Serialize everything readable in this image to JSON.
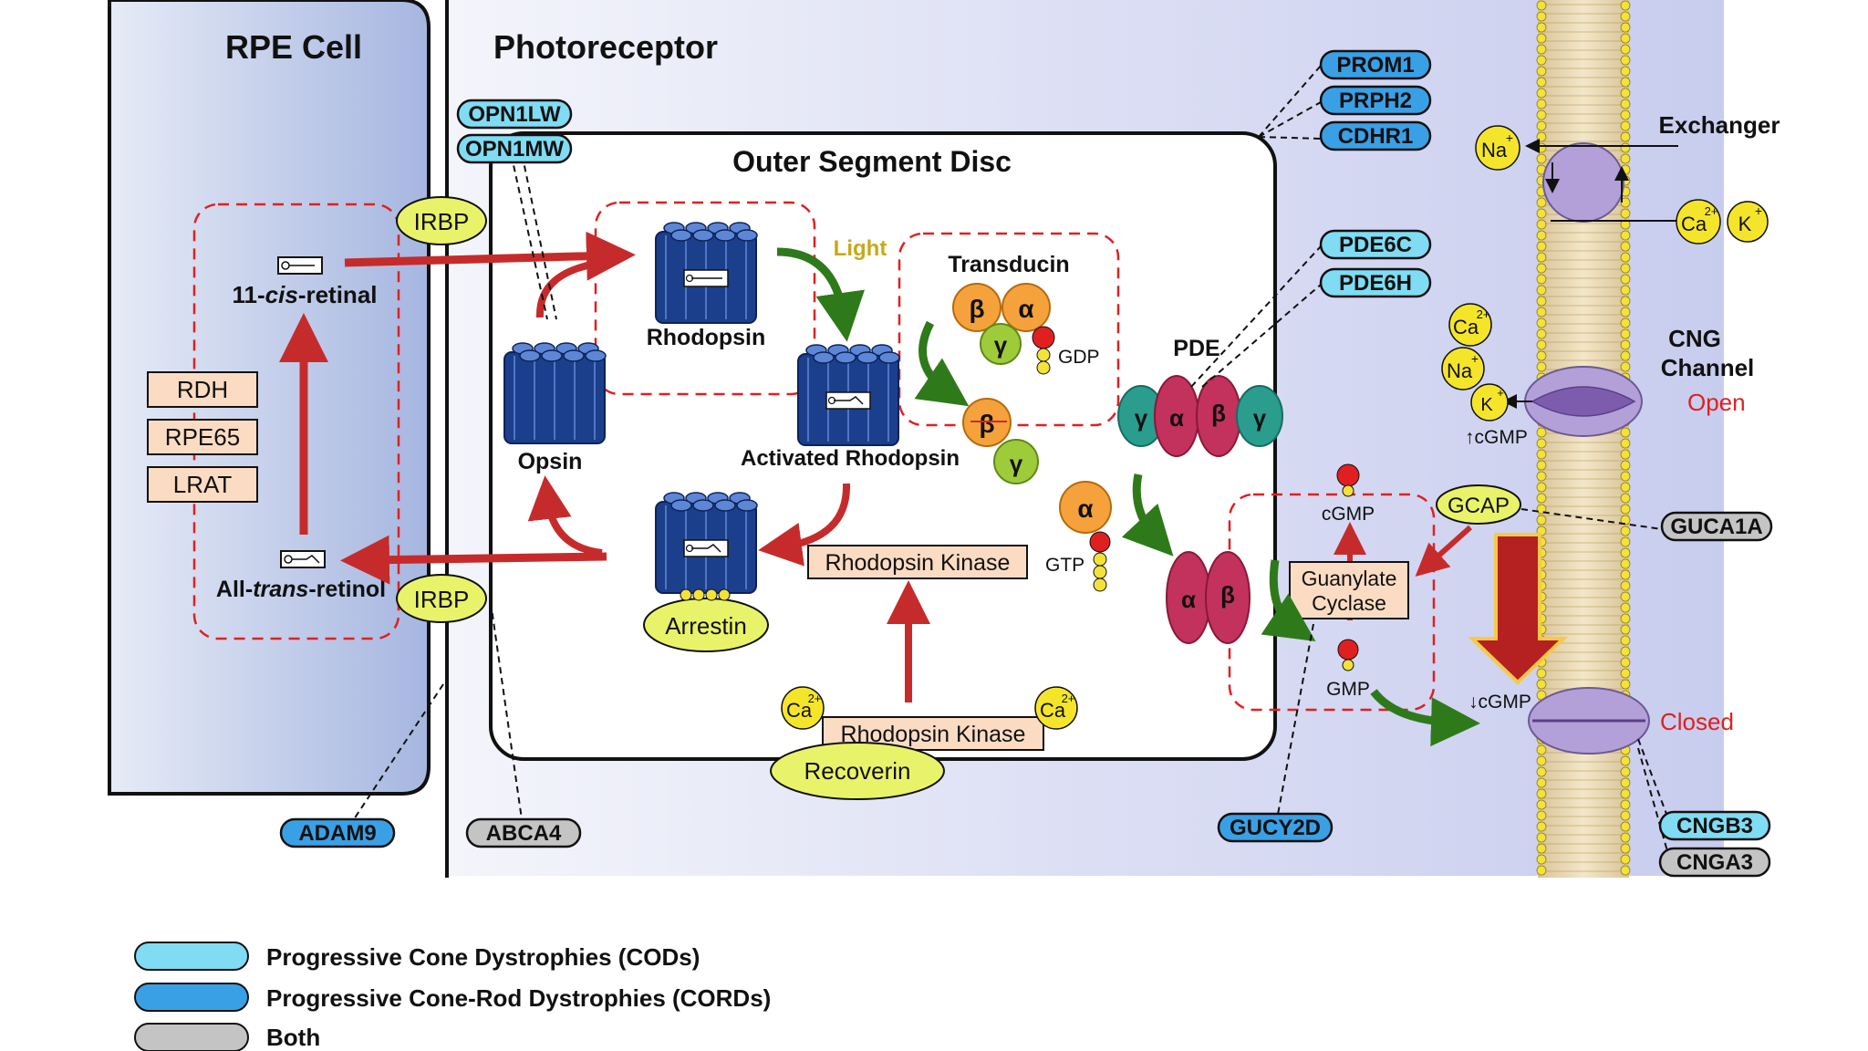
{
  "regions": {
    "rpe_title": "RPE Cell",
    "photoreceptor_title": "Photoreceptor",
    "outer_segment_title": "Outer Segment Disc"
  },
  "retinoid_cycle": {
    "cis_retinal_prefix": "11-",
    "cis_retinal_italic": "cis",
    "cis_retinal_suffix": "-retinal",
    "trans_retinol_prefix": "All-",
    "trans_retinol_italic": "trans",
    "trans_retinol_suffix": "-retinol",
    "enzymes": [
      "RDH",
      "RPE65",
      "LRAT"
    ],
    "irbp": "IRBP"
  },
  "phototransduction": {
    "rhodopsin": "Rhodopsin",
    "opsin": "Opsin",
    "light": "Light",
    "activated_rhodopsin": "Activated Rhodopsin",
    "arrestin": "Arrestin",
    "rhodopsin_kinase": "Rhodopsin Kinase",
    "recoverin": "Recoverin",
    "transducin": "Transducin",
    "beta": "β",
    "alpha": "α",
    "gamma": "γ",
    "gdp": "GDP",
    "gtp": "GTP",
    "pde": "PDE",
    "cgmp": "cGMP",
    "gmp": "GMP",
    "guanylate_cyclase_line1": "Guanylate",
    "guanylate_cyclase_line2": "Cyclase",
    "gcap": "GCAP",
    "cgmp_up": "↑cGMP",
    "cgmp_down": "↓cGMP",
    "exchanger": "Exchanger",
    "cng_channel_line1": "CNG",
    "cng_channel_line2": "Channel",
    "open": "Open",
    "closed": "Closed",
    "ca_ion": "Ca",
    "na_ion": "Na",
    "k_ion": "K",
    "charge_2plus": "2+",
    "charge_plus": "+"
  },
  "gene_tags": {
    "opn1lw": "OPN1LW",
    "opn1mw": "OPN1MW",
    "prom1": "PROM1",
    "prph2": "PRPH2",
    "cdhr1": "CDHR1",
    "pde6c": "PDE6C",
    "pde6h": "PDE6H",
    "guca1a": "GUCA1A",
    "gucy2d": "GUCY2D",
    "adam9": "ADAM9",
    "abca4": "ABCA4",
    "cngb3": "CNGB3",
    "cnga3": "CNGA3"
  },
  "legend": [
    {
      "label": "Progressive Cone Dystrophies (CODs)",
      "color": "#7fdcf2"
    },
    {
      "label": "Progressive Cone-Rod Dystrophies (CORDs)",
      "color": "#3aa0e6"
    },
    {
      "label": "Both",
      "color": "#c4c4c4"
    }
  ],
  "colors": {
    "cod": "#7fdcf2",
    "cord": "#3aa0e6",
    "both": "#c4c4c4",
    "arrow_red": "#c62b2b",
    "arrow_green": "#2e7a1a",
    "rhodopsin_blue": "#1c3f8c",
    "irbp_yellow": "#e9f36a",
    "enzyme_peach": "#fbdcc3",
    "alpha_red": "#c2325c",
    "gamma_teal": "#2a9d8f",
    "beta_orange": "#f5a23c",
    "transducin_gamma_green": "#9ecb3a"
  }
}
